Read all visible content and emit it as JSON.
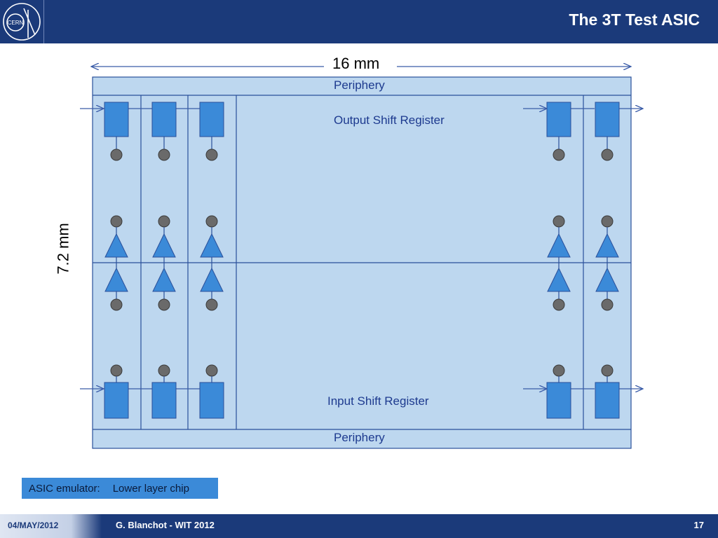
{
  "header": {
    "title": "The 3T Test ASIC"
  },
  "diagram": {
    "width_label": "16 mm",
    "height_label": "7.2 mm",
    "periphery_top": "Periphery",
    "periphery_bottom": "Periphery",
    "output_register": "Output Shift Register",
    "input_register": "Input Shift Register"
  },
  "legend": {
    "label": "ASIC emulator:",
    "value": "Lower layer chip"
  },
  "footer": {
    "date": "04/MAY/2012",
    "author": "G. Blanchot - WIT 2012",
    "page": "17"
  },
  "colors": {
    "header_bg": "#1b3a7a",
    "chip_fill": "#bdd7ef",
    "block_fill": "#3b8ad8",
    "line": "#2a4f9a",
    "dot_fill": "#6a6a6a"
  }
}
